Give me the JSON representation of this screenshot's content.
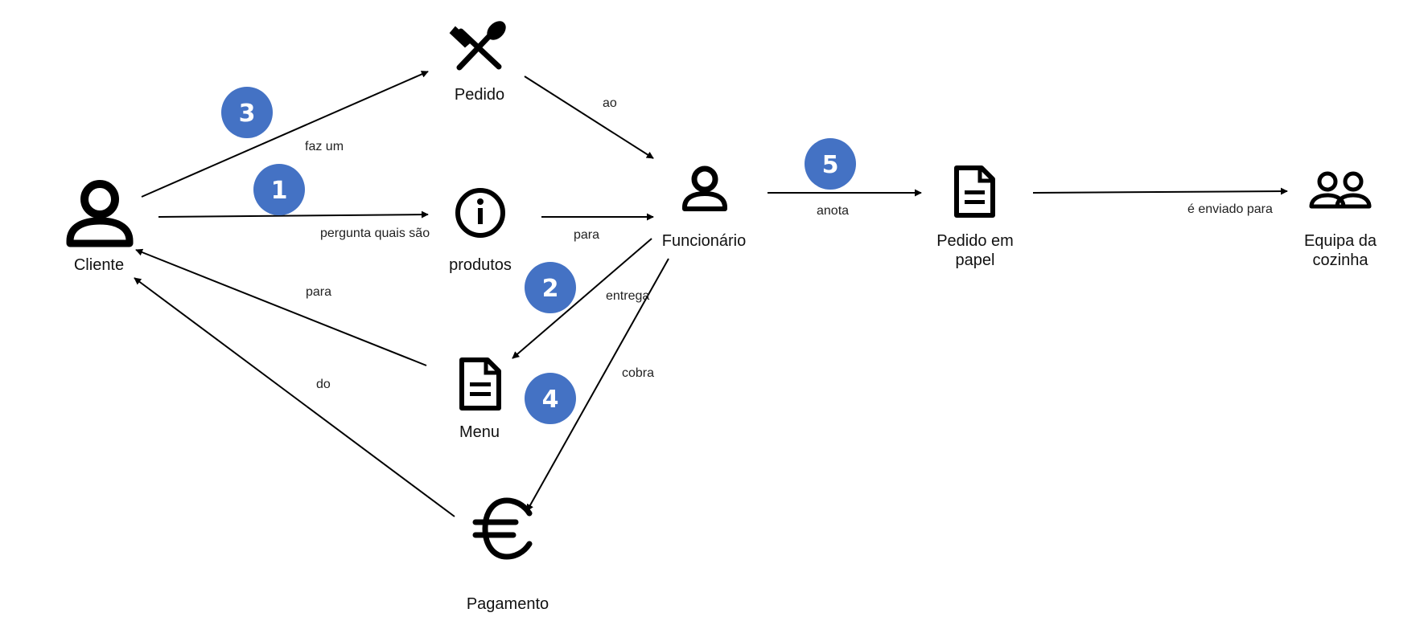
{
  "colors": {
    "badge": "#4472C4",
    "stroke": "#000000",
    "text": "#111111"
  },
  "nodes": {
    "cliente": {
      "label": "Cliente",
      "icon": "person-icon"
    },
    "pedido": {
      "label": "Pedido",
      "icon": "fork-spoon-icon"
    },
    "produtos": {
      "label": "produtos",
      "icon": "info-icon"
    },
    "funcionario": {
      "label": "Funcionário",
      "icon": "person-icon"
    },
    "menu": {
      "label": "Menu",
      "icon": "document-icon"
    },
    "pagamento": {
      "label": "Pagamento",
      "icon": "euro-icon"
    },
    "pedido_papel": {
      "label_line1": "Pedido em",
      "label_line2": "papel",
      "icon": "document-icon"
    },
    "equipa_cozinha": {
      "label_line1": "Equipa da",
      "label_line2": "cozinha",
      "icon": "people-icon"
    }
  },
  "edges": {
    "faz_um": "faz um",
    "ao": "ao",
    "pergunta": "pergunta quais são",
    "para_func": "para",
    "para_cliente": "para",
    "entrega": "entrega",
    "cobra": "cobra",
    "do": "do",
    "anota": "anota",
    "enviado": "é enviado para"
  },
  "badges": [
    "1",
    "2",
    "3",
    "4",
    "5"
  ]
}
